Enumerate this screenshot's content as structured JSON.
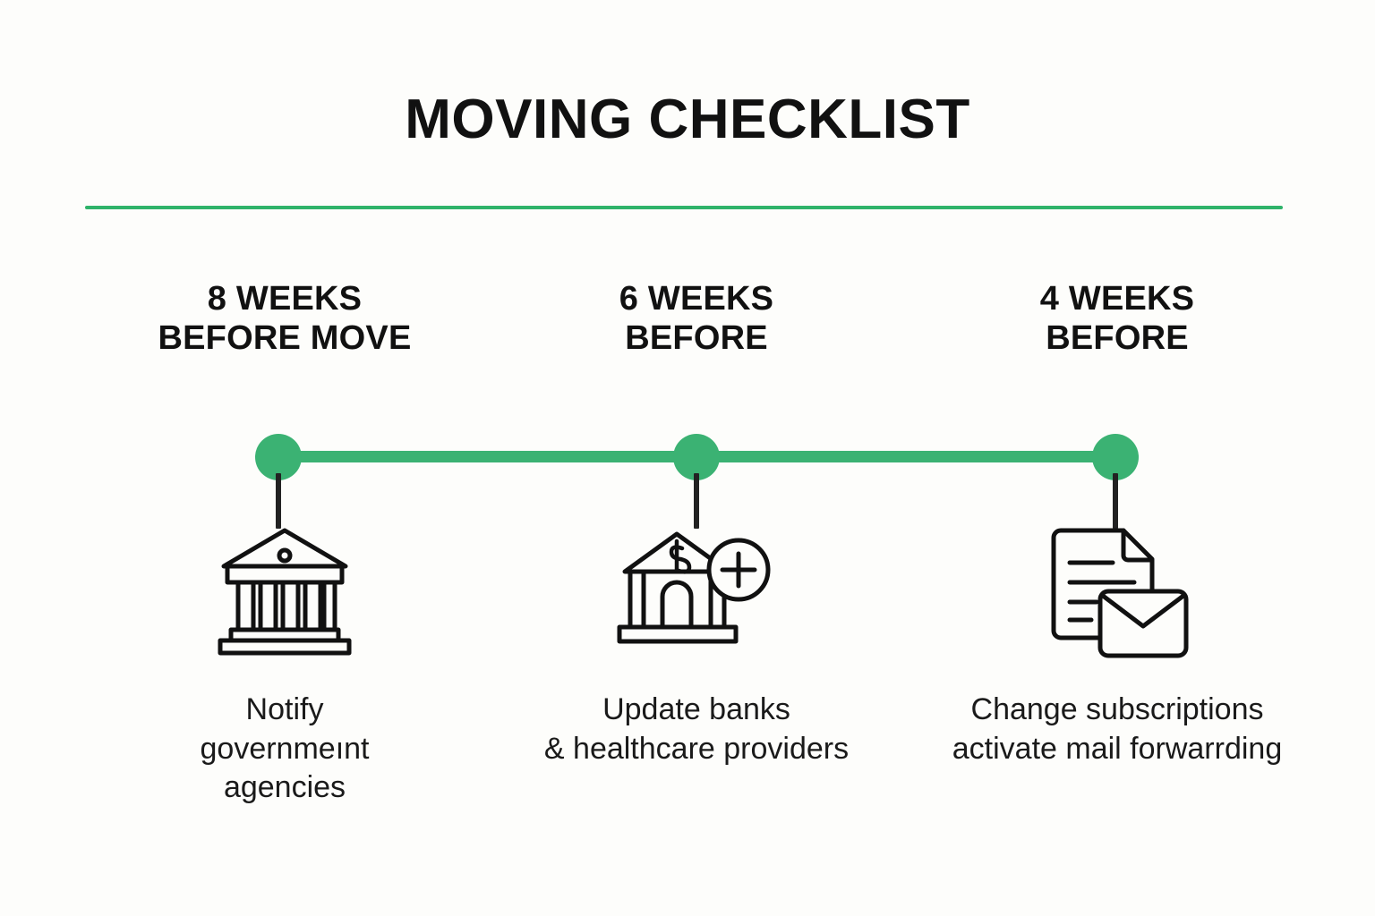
{
  "page": {
    "title": "MOVING CHECKLIST",
    "background_color": "#fdfdfb",
    "accent_color": "#3bb273",
    "rule_color": "#2fb36a",
    "text_color": "#111111"
  },
  "timeline": {
    "dot_color": "#3bb273",
    "line_color": "#3bb273",
    "stem_color": "#222222",
    "milestones": [
      {
        "id": "m1",
        "dot_name": "timeline-dot-8-weeks"
      },
      {
        "id": "m2",
        "dot_name": "timeline-dot-6-weeks"
      },
      {
        "id": "m3",
        "dot_name": "timeline-dot-4-weeks"
      }
    ]
  },
  "columns": [
    {
      "heading_line1": "8 WEEKS",
      "heading_line2": "BEFORE MOVE",
      "icon": "government-building-icon",
      "caption_line1": "Notify",
      "caption_line2": "governmeınt",
      "caption_line3": "agencies"
    },
    {
      "heading_line1": "6 WEEKS",
      "heading_line2": "BEFORE",
      "icon": "bank-healthcare-icon",
      "caption_line1": "Update banks",
      "caption_line2": "& healthcare providers",
      "caption_line3": ""
    },
    {
      "heading_line1": "4 WEEKS",
      "heading_line2": "BEFORE",
      "icon": "document-envelope-icon",
      "caption_line1": "Change subscriptions",
      "caption_line2": "activate mail forwarrding",
      "caption_line3": ""
    }
  ]
}
